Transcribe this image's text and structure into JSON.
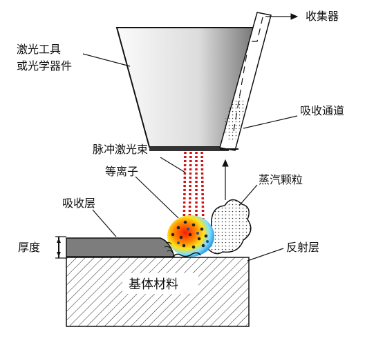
{
  "labels": {
    "laser_tool": "激光工具",
    "optical_device": "或光学器件",
    "collector": "收集器",
    "absorption_channel": "吸收通道",
    "pulsed_laser_beam": "脉冲激光束",
    "plasma": "等离子",
    "vapor_particles": "蒸汽颗粒",
    "absorption_layer": "吸收层",
    "thickness": "厚度",
    "reflective_layer": "反射层",
    "substrate_material": "基体材料"
  },
  "colors": {
    "line": "#111111",
    "tool_fill_light": "#f2f2f2",
    "tool_fill_dark": "#6a6a6a",
    "beam_red": "#d01010",
    "absorption_layer_fill": "#7d7d7d",
    "plasma_hot": "#ff2a00",
    "plasma_mid": "#ffb000",
    "plasma_cool": "#38b8ff"
  }
}
